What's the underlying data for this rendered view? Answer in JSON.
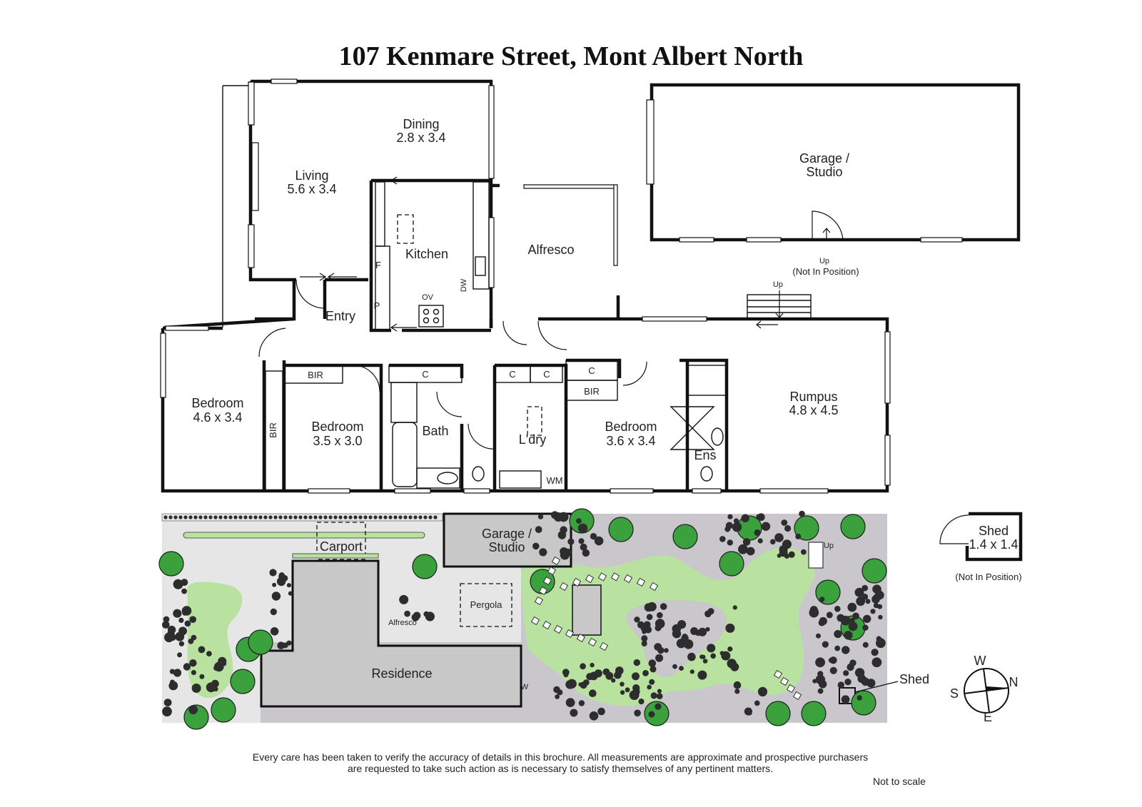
{
  "title": "107 Kenmare Street, Mont Albert North",
  "floor_plan": {
    "rooms": {
      "dining": {
        "name": "Dining",
        "size": "2.8 x 3.4"
      },
      "living": {
        "name": "Living",
        "size": "5.6 x 3.4"
      },
      "kitchen": {
        "name": "Kitchen"
      },
      "alfresco": {
        "name": "Alfresco"
      },
      "garage": {
        "name_line1": "Garage /",
        "name_line2": "Studio"
      },
      "entry": {
        "name": "Entry"
      },
      "bedroom1": {
        "name": "Bedroom",
        "size": "4.6 x 3.4"
      },
      "bedroom2": {
        "name": "Bedroom",
        "size": "3.5 x 3.0"
      },
      "bath": {
        "name": "Bath"
      },
      "laundry": {
        "name": "L'dry"
      },
      "bedroom3": {
        "name": "Bedroom",
        "size": "3.6 x 3.4"
      },
      "ensuite": {
        "name": "Ens"
      },
      "rumpus": {
        "name": "Rumpus",
        "size": "4.8 x 4.5"
      }
    },
    "fixtures": {
      "fridge": "F",
      "pantry": "P",
      "oven": "OV",
      "dishwasher": "DW",
      "bir": "BIR",
      "cupboard": "C",
      "washing_machine": "WM"
    },
    "up_label": "Up",
    "not_in_position": "(Not In Position)"
  },
  "site_plan": {
    "carport": "Carport",
    "garage_line1": "Garage /",
    "garage_line2": "Studio",
    "pergola": "Pergola",
    "alfresco": "Alfresco",
    "residence": "Residence",
    "shed": "Shed",
    "up_label": "Up",
    "w_label": "W"
  },
  "shed_detail": {
    "name": "Shed",
    "size": "1.4 x 1.4",
    "note": "(Not In Position)"
  },
  "compass": {
    "w": "W",
    "n": "N",
    "s": "S",
    "e": "E"
  },
  "disclaimer_line1": "Every care has been taken to verify the accuracy of details in this brochure.  All measurements are approximate and prospective purchasers",
  "disclaimer_line2": "are requested to take such action as is necessary to satisfy themselves of any pertinent matters.",
  "scale_note": "Not to scale",
  "colors": {
    "lawn": "#b9e2a0",
    "tree": "#3aa13d",
    "paving": "#e6e6e6",
    "building": "#c8c8c8",
    "shrub": "#2d2d2d"
  }
}
